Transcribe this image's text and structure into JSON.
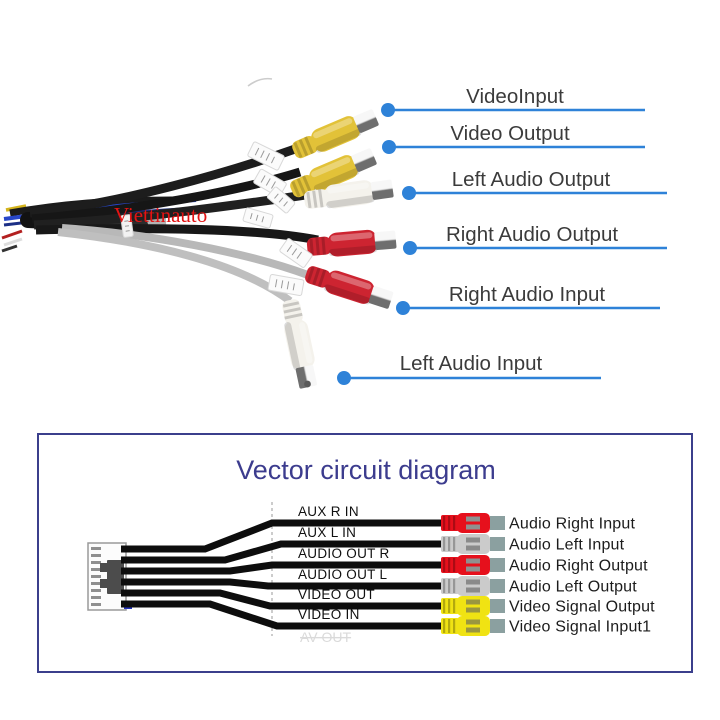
{
  "watermark": {
    "text": "Viettinauto",
    "color": "#e31313"
  },
  "photo": {
    "accent_color": "#2e82d8",
    "callouts": [
      {
        "label": "VideoInput"
      },
      {
        "label": "Video Output"
      },
      {
        "label": "Left Audio Output"
      },
      {
        "label": "Right Audio Output"
      },
      {
        "label": "Right Audio Input"
      },
      {
        "label": "Left Audio Input"
      }
    ],
    "connectors": [
      {
        "color": "yellow",
        "hex": "#e2c238"
      },
      {
        "color": "yellow",
        "hex": "#e2c238"
      },
      {
        "color": "white",
        "hex": "#f4f2ec"
      },
      {
        "color": "red",
        "hex": "#cd2431"
      },
      {
        "color": "red",
        "hex": "#cd2431"
      },
      {
        "color": "white",
        "hex": "#f4f2ec"
      }
    ]
  },
  "diagram": {
    "title": "Vector circuit diagram",
    "title_color": "#3c3c8e",
    "border_color": "#3b3f8c",
    "wire_color": "#0d0d0d",
    "tip_color": "#8ba0a0",
    "ghost_text": "AV OUT",
    "rows": [
      {
        "wire_label": "AUX R IN",
        "connector": "red",
        "connector_hex": "#e6101c",
        "label": "Audio Right Input"
      },
      {
        "wire_label": "AUX L IN",
        "connector": "silver",
        "connector_hex": "#cbcbcb",
        "label": "Audio Left Input"
      },
      {
        "wire_label": "AUDIO OUT R",
        "connector": "red",
        "connector_hex": "#e6101c",
        "label": "Audio Right Output"
      },
      {
        "wire_label": "AUDIO OUT L",
        "connector": "silver",
        "connector_hex": "#cbcbcb",
        "label": "Audio Left Output"
      },
      {
        "wire_label": "VIDEO OUT",
        "connector": "yellow",
        "connector_hex": "#f0e313",
        "label": "Video Signal Output"
      },
      {
        "wire_label": "VIDEO IN",
        "connector": "yellow",
        "connector_hex": "#f0e313",
        "label": "Video Signal Input1"
      }
    ]
  }
}
